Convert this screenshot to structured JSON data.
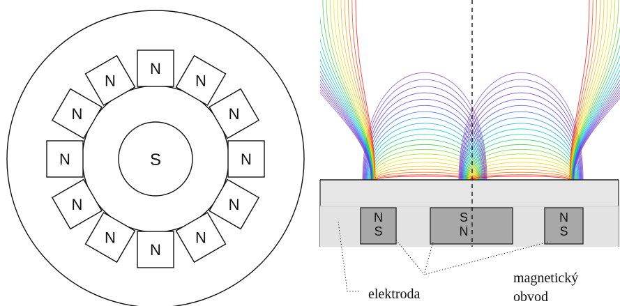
{
  "left_diagram": {
    "outer_pole_label": "N",
    "outer_pole_count": 12,
    "center_pole_label": "S"
  },
  "right_diagram": {
    "magnets": [
      {
        "top": "N",
        "bottom": "S"
      },
      {
        "top": "S",
        "bottom": "N"
      },
      {
        "top": "N",
        "bottom": "S"
      }
    ],
    "labels": {
      "electrode": "elektroda",
      "circuit_line1": "magnetický",
      "circuit_line2": "obvod"
    },
    "colors": {
      "chamber": "#e6e6e6",
      "magnet": "#a8a8a8",
      "field_gradient": [
        "#ff0000",
        "#ff9900",
        "#e8e800",
        "#33cc33",
        "#00cccc",
        "#3366ff",
        "#6633cc",
        "#8855cc"
      ]
    }
  }
}
